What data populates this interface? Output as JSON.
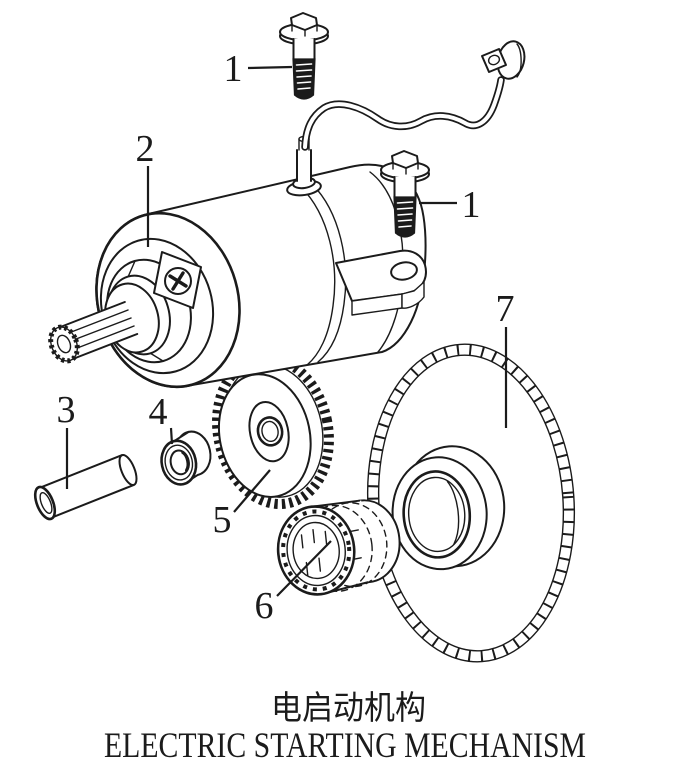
{
  "colors": {
    "ink": "#1b1b1b",
    "background": "#ffffff"
  },
  "titles": {
    "zh": "电启动机构",
    "en": "ELECTRIC STARTING MECHANISM"
  },
  "labels": {
    "bolt_top": "1",
    "bolt_right": "1",
    "starter_motor": "2",
    "pin": "3",
    "bushing": "4",
    "double_gear": "5",
    "one_way_clutch": "6",
    "driven_gear": "7"
  }
}
